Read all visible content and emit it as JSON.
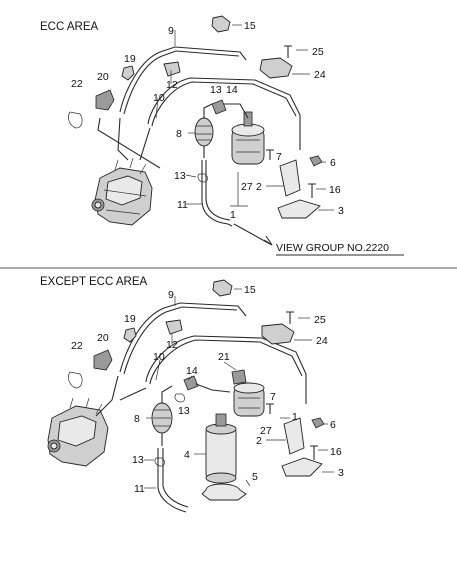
{
  "sections": [
    {
      "title": "ECC AREA",
      "reference_text": "VIEW GROUP NO.2220",
      "labels": [
        "9",
        "15",
        "19",
        "20",
        "22",
        "25",
        "24",
        "12",
        "10",
        "13",
        "14",
        "8",
        "7",
        "6",
        "13",
        "2",
        "27",
        "16",
        "3",
        "11",
        "1"
      ]
    },
    {
      "title": "EXCEPT ECC AREA",
      "labels": [
        "9",
        "15",
        "19",
        "25",
        "20",
        "12",
        "22",
        "24",
        "10",
        "21",
        "14",
        "13",
        "8",
        "1",
        "7",
        "6",
        "2",
        "27",
        "16",
        "4",
        "13",
        "3",
        "5",
        "11"
      ]
    }
  ]
}
